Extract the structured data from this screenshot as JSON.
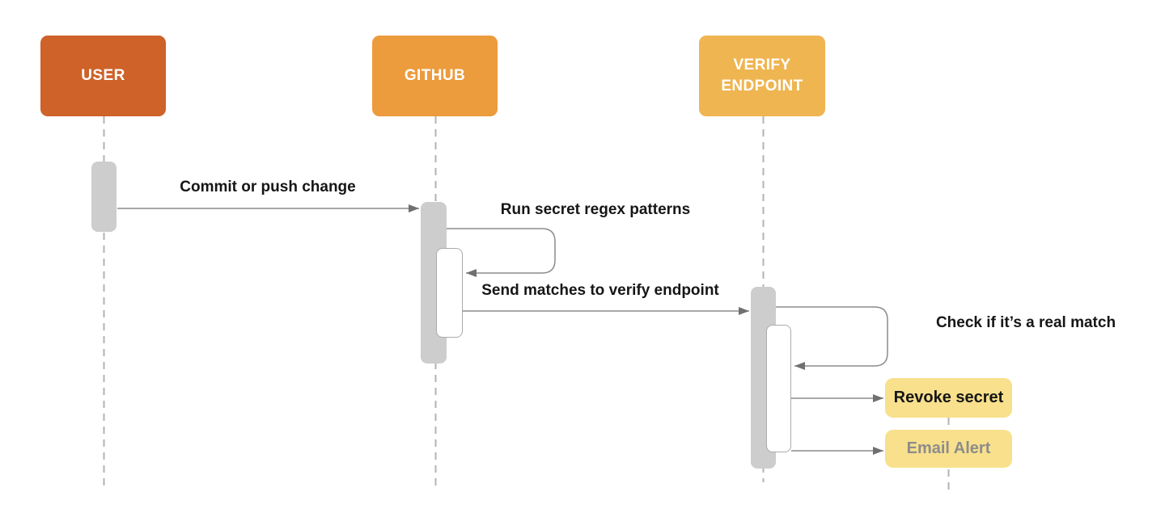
{
  "diagram": {
    "type": "sequence-diagram",
    "actors": [
      {
        "label": "USER",
        "color": "#CE6229"
      },
      {
        "label": "GITHUB",
        "color": "#EC9B3D"
      },
      {
        "label": "VERIFY ENDPOINT",
        "color": "#EFB551"
      }
    ],
    "messages": [
      {
        "label": "Commit or push change",
        "from": "USER",
        "to": "GITHUB",
        "kind": "arrow"
      },
      {
        "label": "Run secret regex patterns",
        "from": "GITHUB",
        "to": "GITHUB",
        "kind": "self-loop"
      },
      {
        "label": "Send matches to verify endpoint",
        "from": "GITHUB",
        "to": "VERIFY ENDPOINT",
        "kind": "arrow"
      },
      {
        "label": "Check if it’s a real match",
        "from": "VERIFY ENDPOINT",
        "to": "VERIFY ENDPOINT",
        "kind": "self-loop"
      }
    ],
    "notes": [
      {
        "label": "Revoke secret",
        "bg": "#F8E08C",
        "text_color": "#161616"
      },
      {
        "label": "Email Alert",
        "bg": "#F8E08C",
        "text_color": "#8C8C8C"
      }
    ],
    "colors": {
      "user_actor": "#CE6229",
      "github_actor": "#EC9B3D",
      "verify_actor": "#EFB551",
      "note_bg": "#F8E08C",
      "activation_fill": "#CDCDCD",
      "activation_inner_fill": "#FFFFFF",
      "message_line": "#8C8C8C",
      "arrowhead": "#707070",
      "lifeline": "#B3B3B3",
      "label_text": "#161616"
    }
  }
}
